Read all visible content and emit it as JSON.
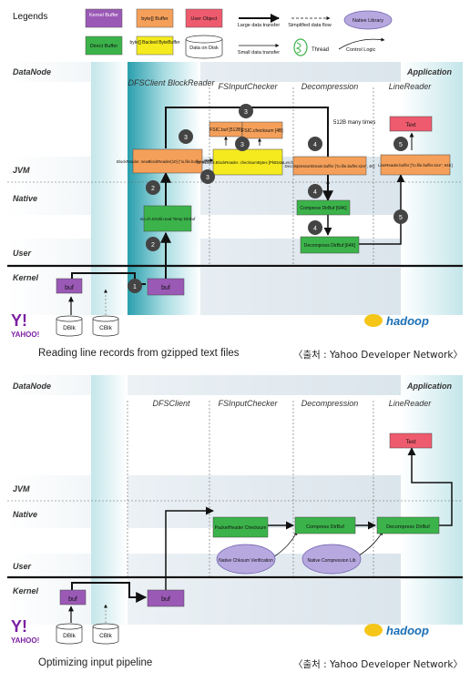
{
  "legend": {
    "title": "Legends",
    "items": [
      {
        "label": "Kernel Buffer",
        "color": "#9b59b6"
      },
      {
        "label": "byte[] Buffer",
        "color": "#f5a05a"
      },
      {
        "label": "User Object",
        "color": "#ef5b6e"
      },
      {
        "label": "Direct Buffer",
        "color": "#3bb34a"
      },
      {
        "label": "byte[] Backed ByteBuffer",
        "color": "#f5ea1e"
      },
      {
        "label": "Data on Disk",
        "color": "#ffffff"
      }
    ],
    "large_transfer": "Large data transfer",
    "small_transfer": "Small data transfer",
    "simplified_flow": "Simplified data flow",
    "native_library": "Native Library",
    "thread": "Thread",
    "control_logic": "Control Logic"
  },
  "diagram1": {
    "datanode": "DataNode",
    "application": "Application",
    "columns": [
      "DFSClient BlockReader",
      "FSInputChecker",
      "Decompression",
      "LineReader"
    ],
    "layers": {
      "jvm": "JVM",
      "native": "Native",
      "user": "User",
      "kernel": "Kernel"
    },
    "boxes": {
      "text": "Text",
      "fsic_buf": "FSIC.buf [512B]",
      "fsic_checksum": "FSIC.checksum [4B]",
      "blockreader_new": "BlockReader. newBlockReader(10) [\"io.file.buffer.size\", 4K]",
      "dfsclient_checksum": "DFSClient.BlockReader. checksumBytes [PktDataLen/128]",
      "decompressor_stream": "DecompressorStream.buffer [\"io.file.buffer.size\", 4K]",
      "linereader_buffer": "LineReader.buffer [\"io.file.buffer.size\", 64K]",
      "nio_temp": "nio.ch.IOUtil.read Temp DirBuf",
      "compress_dirbuf": "Compress DirBuf [64K]",
      "decompress_dirbuf": "Decompress DirBuf [64K]",
      "buf_left": "buf",
      "buf_right": "buf",
      "dblk": "DBlk",
      "cblk": "CBlk"
    },
    "note_times": "512B many times",
    "steps": [
      "1",
      "2",
      "2",
      "3",
      "3",
      "3",
      "3",
      "4",
      "4",
      "4",
      "5",
      "5"
    ],
    "yahoo": "YAHOO!",
    "hadoop": "hadoop"
  },
  "caption1": "Reading line records from gzipped text files",
  "source1": "〈출처 : Yahoo Developer Network〉",
  "diagram2": {
    "datanode": "DataNode",
    "application": "Application",
    "columns": [
      "DFSClient",
      "FSInputChecker",
      "Decompression",
      "LineReader"
    ],
    "layers": {
      "jvm": "JVM",
      "native": "Native",
      "user": "User",
      "kernel": "Kernel"
    },
    "boxes": {
      "text": "Text",
      "packet_header": "PacketHeader Checksum",
      "compress_dirbuf": "Compress DirBuf",
      "decompress_dirbuf": "Decompress DirBuf",
      "native_checksum": "Native Chksum Verification",
      "native_compression": "Native Compression Lib",
      "buf_left": "buf",
      "buf_right": "buf",
      "dblk": "DBlk",
      "cblk": "CBlk"
    },
    "yahoo": "YAHOO!",
    "hadoop": "hadoop"
  },
  "caption2": "Optimizing input pipeline",
  "source2": "〈출처 : Yahoo Developer Network〉"
}
